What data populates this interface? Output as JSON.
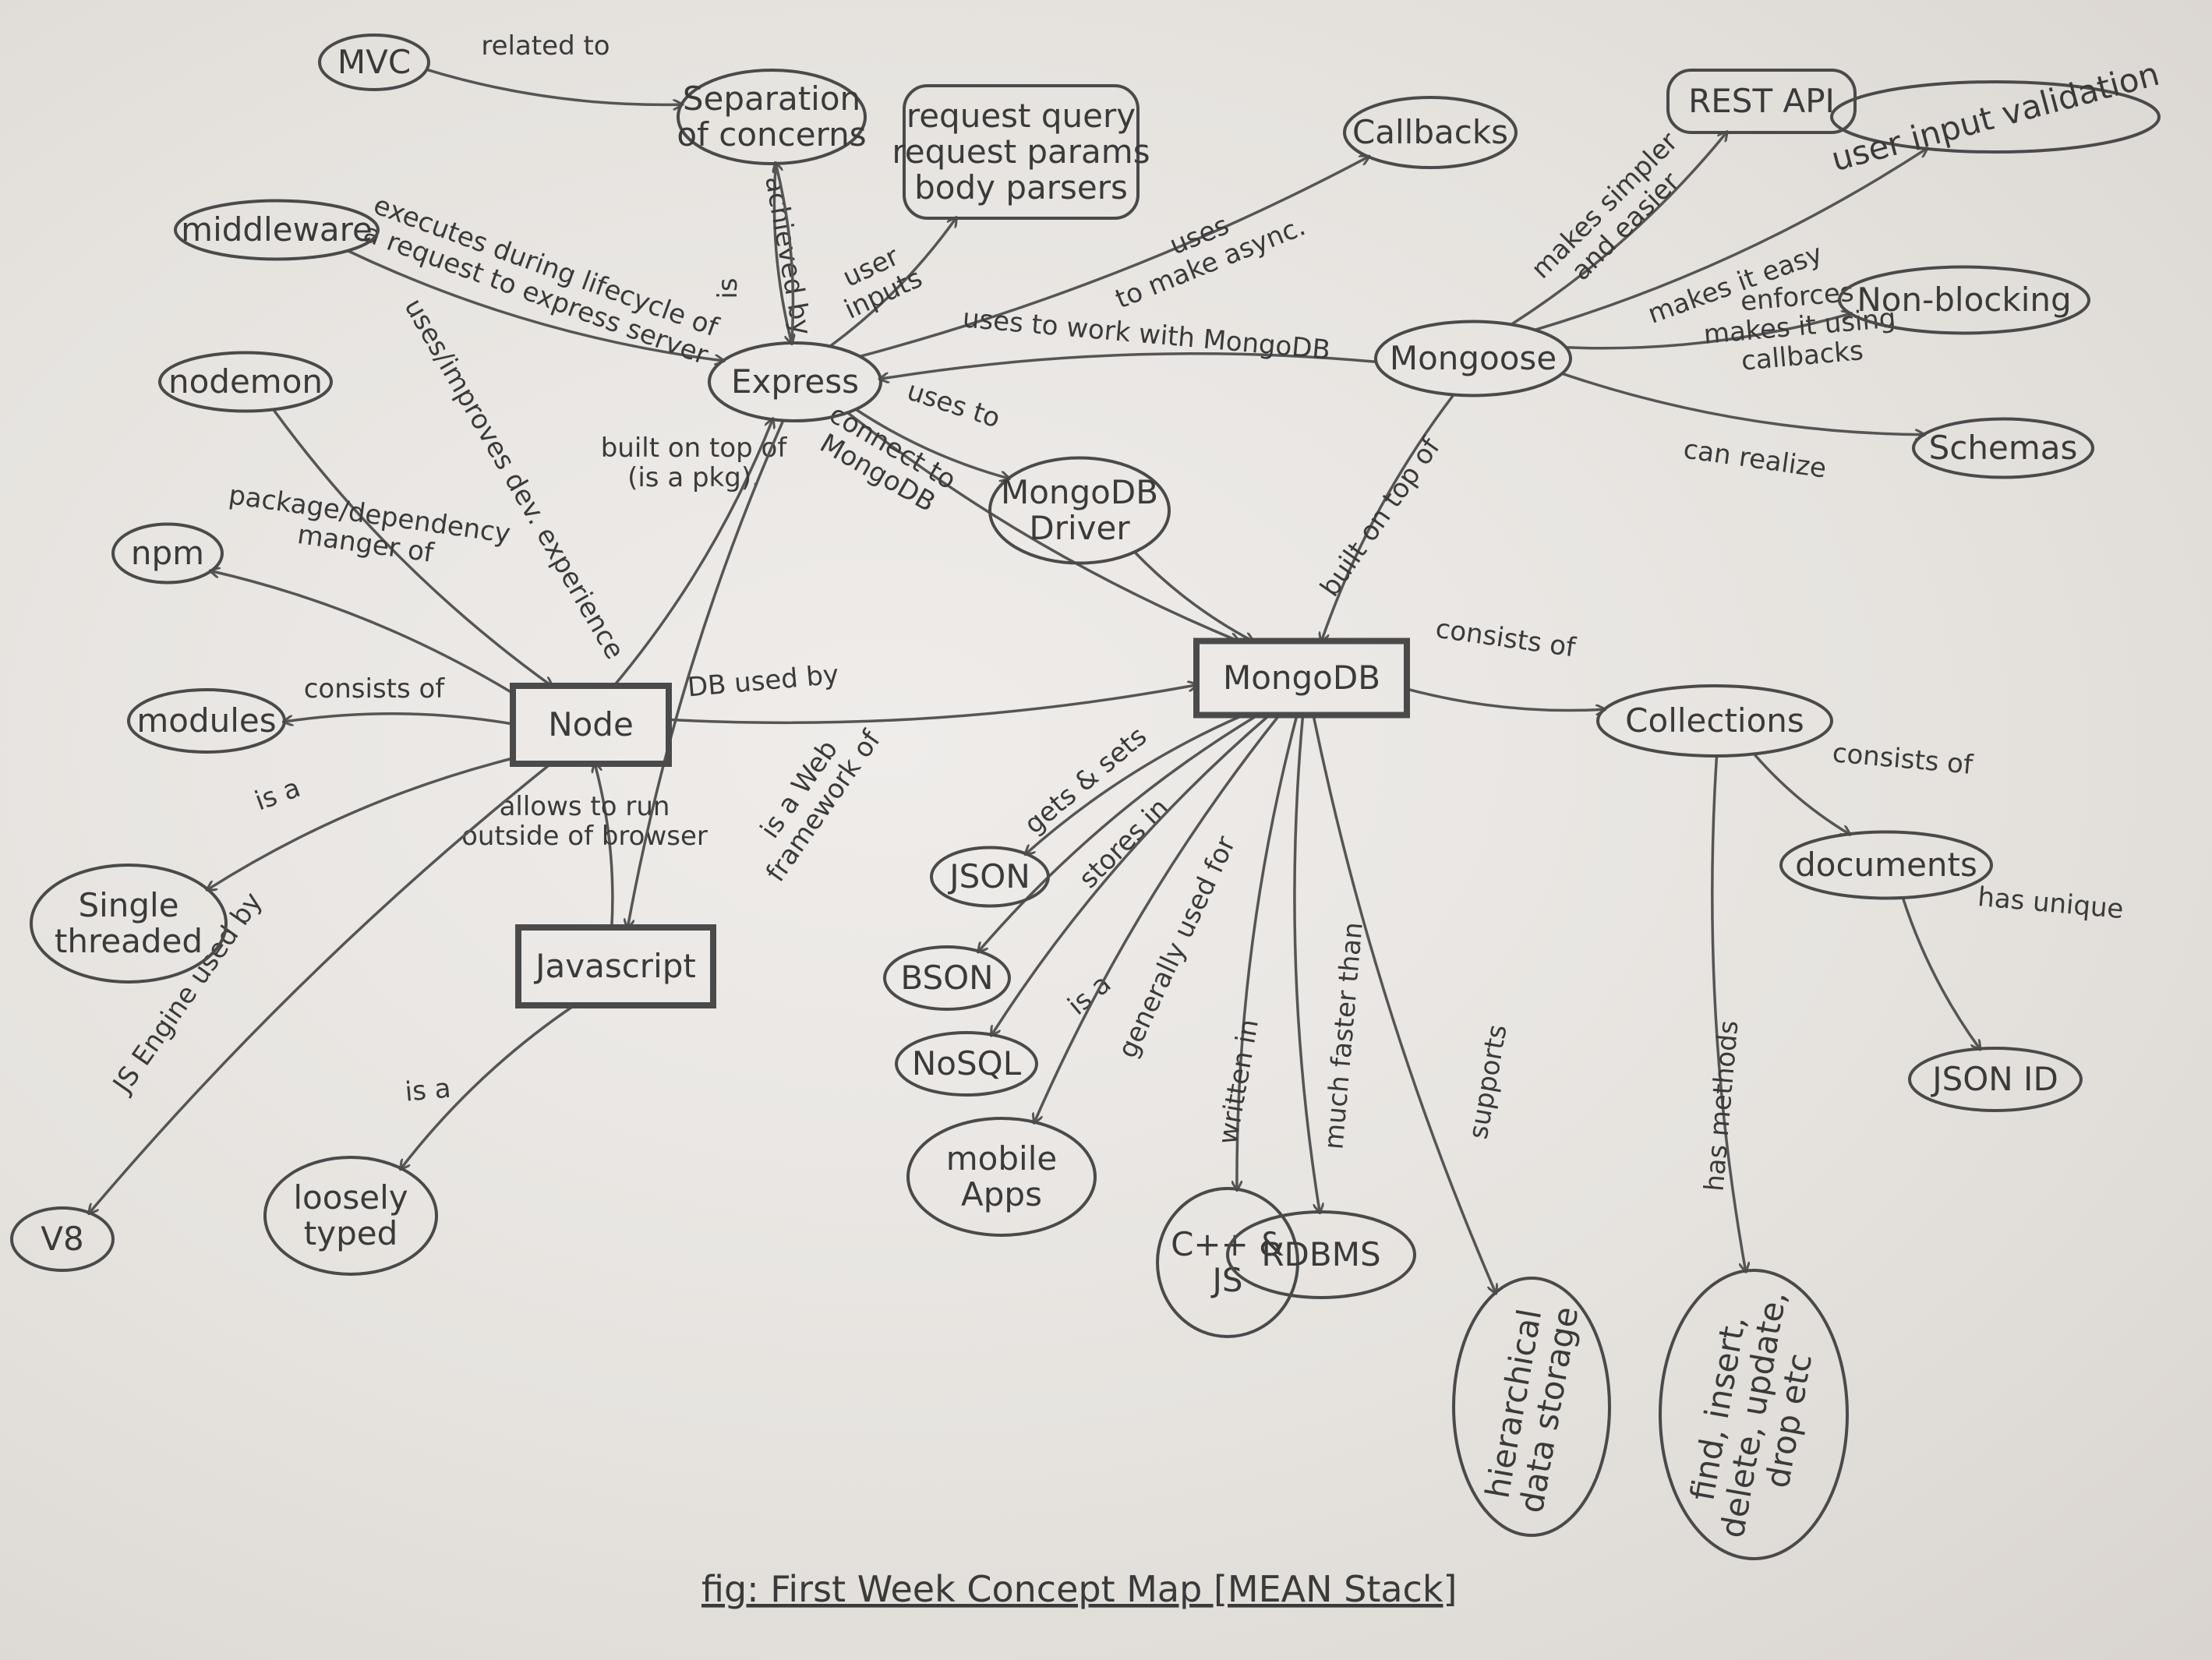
{
  "caption": "fig: First Week Concept Map [MEAN Stack]",
  "nodes": [
    {
      "id": "mvc",
      "label": "MVC",
      "shape": "oval"
    },
    {
      "id": "soc",
      "label": "Separation\nof concerns",
      "shape": "oval"
    },
    {
      "id": "reqq",
      "label": "request query\nrequest params\nbody parsers",
      "shape": "rounded"
    },
    {
      "id": "callbacks",
      "label": "Callbacks",
      "shape": "oval"
    },
    {
      "id": "rest",
      "label": "REST API",
      "shape": "rounded"
    },
    {
      "id": "uiv",
      "label": "user input validation",
      "shape": "oval"
    },
    {
      "id": "middleware",
      "label": "middleware",
      "shape": "oval"
    },
    {
      "id": "nonblock",
      "label": "Non-blocking",
      "shape": "oval"
    },
    {
      "id": "express",
      "label": "Express",
      "shape": "oval"
    },
    {
      "id": "mongoose",
      "label": "Mongoose",
      "shape": "oval"
    },
    {
      "id": "nodemon",
      "label": "nodemon",
      "shape": "oval"
    },
    {
      "id": "schemas",
      "label": "Schemas",
      "shape": "oval"
    },
    {
      "id": "driver",
      "label": "MongoDB\nDriver",
      "shape": "oval"
    },
    {
      "id": "npm",
      "label": "npm",
      "shape": "oval"
    },
    {
      "id": "mongodb",
      "label": "MongoDB",
      "shape": "rect"
    },
    {
      "id": "collections",
      "label": "Collections",
      "shape": "oval"
    },
    {
      "id": "modules",
      "label": "modules",
      "shape": "oval"
    },
    {
      "id": "node",
      "label": "Node",
      "shape": "rect"
    },
    {
      "id": "json",
      "label": "JSON",
      "shape": "oval"
    },
    {
      "id": "documents",
      "label": "documents",
      "shape": "oval"
    },
    {
      "id": "single",
      "label": "Single\nthreaded",
      "shape": "oval"
    },
    {
      "id": "javascript",
      "label": "Javascript",
      "shape": "rect"
    },
    {
      "id": "bson",
      "label": "BSON",
      "shape": "oval"
    },
    {
      "id": "nosql",
      "label": "NoSQL",
      "shape": "oval"
    },
    {
      "id": "jsonid",
      "label": "JSON ID",
      "shape": "oval"
    },
    {
      "id": "mobile",
      "label": "mobile\nApps",
      "shape": "oval"
    },
    {
      "id": "loosely",
      "label": "loosely\ntyped",
      "shape": "oval"
    },
    {
      "id": "v8",
      "label": "V8",
      "shape": "oval"
    },
    {
      "id": "cpp",
      "label": "C++ &\nJS",
      "shape": "oval"
    },
    {
      "id": "rdbms",
      "label": "RDBMS",
      "shape": "oval"
    },
    {
      "id": "hier",
      "label": "hierarchical\ndata storage",
      "shape": "oval"
    },
    {
      "id": "find",
      "label": "find, insert,\ndelete, update,\ndrop etc",
      "shape": "oval"
    }
  ],
  "edges": [
    {
      "from": "mvc",
      "to": "soc",
      "label": "related to"
    },
    {
      "from": "soc",
      "to": "express",
      "label": "achieved by"
    },
    {
      "from": "express",
      "to": "soc",
      "label": "is"
    },
    {
      "from": "middleware",
      "to": "express",
      "label": "executes during lifecycle of\na request to express server"
    },
    {
      "from": "express",
      "to": "reqq",
      "label": "user\ninputs"
    },
    {
      "from": "express",
      "to": "callbacks",
      "label": "uses\nto make async."
    },
    {
      "from": "mongoose",
      "to": "express",
      "label": "uses to work with MongoDB"
    },
    {
      "from": "mongoose",
      "to": "rest",
      "label": "makes simpler\nand easier"
    },
    {
      "from": "mongoose",
      "to": "uiv",
      "label": "makes it easy"
    },
    {
      "from": "mongoose",
      "to": "nonblock",
      "label": "enforces\nmakes it using\ncallbacks"
    },
    {
      "from": "mongoose",
      "to": "schemas",
      "label": "can realize"
    },
    {
      "from": "express",
      "to": "driver",
      "label": "uses to"
    },
    {
      "from": "express",
      "to": "mongodb",
      "label": "connect to\nMongoDB"
    },
    {
      "from": "mongoose",
      "to": "mongodb",
      "label": "built on top of"
    },
    {
      "from": "driver",
      "to": "mongodb",
      "label": ""
    },
    {
      "from": "nodemon",
      "to": "node",
      "label": "uses/improves dev. experience"
    },
    {
      "from": "node",
      "to": "express",
      "label": "built on top of\n(is a pkg)."
    },
    {
      "from": "node",
      "to": "npm",
      "label": "package/dependency\nmanger of"
    },
    {
      "from": "node",
      "to": "mongodb",
      "label": "DB used by"
    },
    {
      "from": "node",
      "to": "modules",
      "label": "consists of"
    },
    {
      "from": "node",
      "to": "single",
      "label": "is a"
    },
    {
      "from": "javascript",
      "to": "node",
      "label": "allows to run\noutside of browser"
    },
    {
      "from": "express",
      "to": "javascript",
      "label": "is a Web\nframework of"
    },
    {
      "from": "node",
      "to": "v8",
      "label": "JS Engine used by"
    },
    {
      "from": "javascript",
      "to": "loosely",
      "label": "is a"
    },
    {
      "from": "mongodb",
      "to": "json",
      "label": "gets & sets"
    },
    {
      "from": "mongodb",
      "to": "bson",
      "label": "stores in"
    },
    {
      "from": "mongodb",
      "to": "nosql",
      "label": "is a"
    },
    {
      "from": "mongodb",
      "to": "mobile",
      "label": "generally used for"
    },
    {
      "from": "mongodb",
      "to": "cpp",
      "label": "written in"
    },
    {
      "from": "mongodb",
      "to": "rdbms",
      "label": "much faster than"
    },
    {
      "from": "mongodb",
      "to": "hier",
      "label": "supports"
    },
    {
      "from": "mongodb",
      "to": "collections",
      "label": "consists of"
    },
    {
      "from": "collections",
      "to": "documents",
      "label": "consists of"
    },
    {
      "from": "collections",
      "to": "find",
      "label": "has methods"
    },
    {
      "from": "documents",
      "to": "jsonid",
      "label": "has unique"
    }
  ]
}
